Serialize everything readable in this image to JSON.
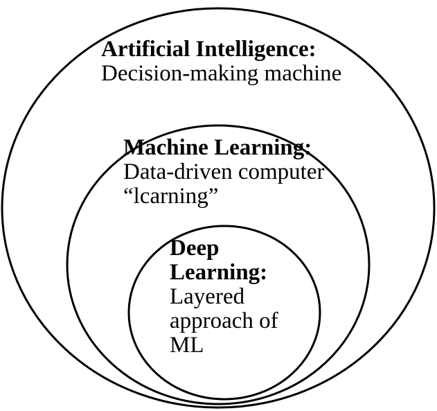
{
  "diagram": {
    "outer": {
      "title": "Artificial Intelligence:",
      "description_lines": [
        "Decision-making machine"
      ]
    },
    "middle": {
      "title": "Machine Learning:",
      "description_lines": [
        "Data-driven computer",
        "“lcarning”"
      ]
    },
    "inner": {
      "title_lines": [
        "Deep",
        "Learning:"
      ],
      "description_lines": [
        "Layered",
        "approach of",
        "ML"
      ]
    }
  },
  "colors": {
    "stroke": "#000000",
    "background": "#ffffff",
    "text": "#000000"
  }
}
